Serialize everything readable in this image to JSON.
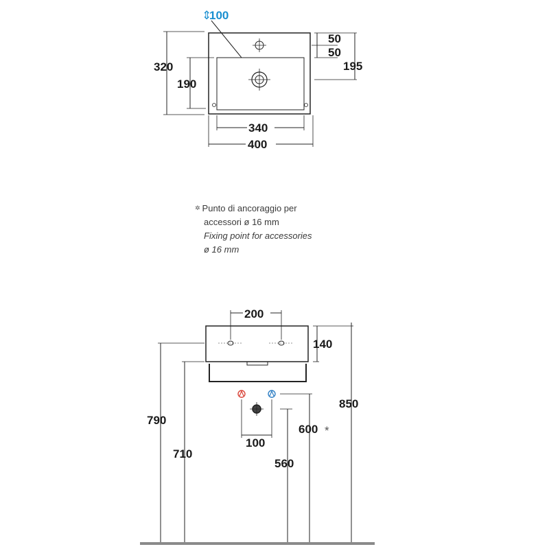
{
  "top_view": {
    "dims": {
      "tap_offset": "100",
      "depth_total": "320",
      "depth_inner": "190",
      "right_a": "50",
      "right_b": "50",
      "right_total": "195",
      "width_inner": "340",
      "width_total": "400"
    }
  },
  "note": {
    "line1": "Punto di ancoraggio per",
    "line2": "accessori ø 16 mm",
    "line3": "Fixing point for accessories",
    "line4": "ø 16 mm"
  },
  "front_view": {
    "dims": {
      "holes_spacing": "200",
      "basin_height": "140",
      "rim_height": "790",
      "bottom_height": "710",
      "top_height": "850",
      "supply_height": "600",
      "supply_mark": "*",
      "supply_spacing": "100",
      "drain_height": "560"
    }
  },
  "colors": {
    "hot_water": "#d9453a",
    "cold_water": "#2f7fc4",
    "accent_dimension": "#1a8fd0",
    "floor": "#8a8a8a"
  }
}
